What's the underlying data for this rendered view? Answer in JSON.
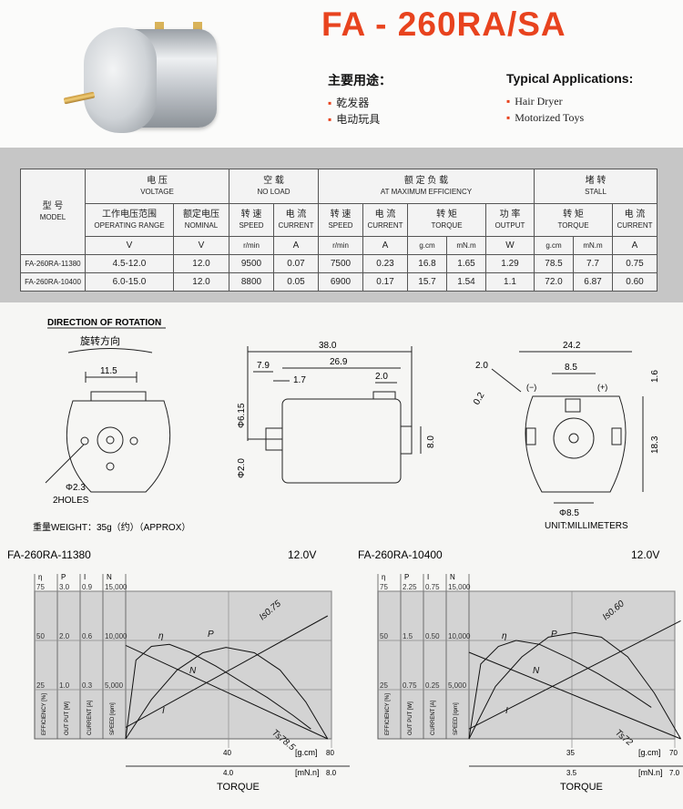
{
  "title": "FA - 260RA/SA",
  "applications": {
    "cn_heading": "主要用途：",
    "cn_items": [
      "乾发器",
      "电动玩具"
    ],
    "en_heading": "Typical Applications:",
    "en_items": [
      "Hair Dryer",
      "Motorized Toys"
    ]
  },
  "spec_table": {
    "model_cn": "型 号",
    "model_en": "MODEL",
    "voltage_cn": "电 压",
    "voltage_en": "VOLTAGE",
    "no_load_cn": "空 载",
    "no_load_en": "NO LOAD",
    "max_eff_cn": "额 定 负 载",
    "max_eff_en": "AT MAXIMUM EFFICIENCY",
    "stall_cn": "堵 转",
    "stall_en": "STALL",
    "operating_cn": "工作电压范围",
    "operating_en": "OPERATING RANGE",
    "nominal_cn": "额定电压",
    "nominal_en": "NOMINAL",
    "speed_cn": "转 速",
    "speed_en": "SPEED",
    "current_cn": "电 流",
    "current_en": "CURRENT",
    "torque_cn": "转 矩",
    "torque_en": "TORQUE",
    "output_cn": "功 率",
    "output_en": "OUTPUT",
    "units": [
      "V",
      "V",
      "r/min",
      "A",
      "r/min",
      "A",
      "g.cm",
      "mN.m",
      "W",
      "g.cm",
      "mN.m",
      "A"
    ],
    "rows": [
      [
        "FA-260RA-11380",
        "4.5-12.0",
        "12.0",
        "9500",
        "0.07",
        "7500",
        "0.23",
        "16.8",
        "1.65",
        "1.29",
        "78.5",
        "7.7",
        "0.75"
      ],
      [
        "FA-260RA-10400",
        "6.0-15.0",
        "12.0",
        "8800",
        "0.05",
        "6900",
        "0.17",
        "15.7",
        "1.54",
        "1.1",
        "72.0",
        "6.87",
        "0.60"
      ]
    ]
  },
  "drawing": {
    "rotation_en": "DIRECTION OF ROTATION",
    "rotation_cn": "旋转方向",
    "d_11_5": "11.5",
    "hole_dia": "Φ2.3",
    "holes": "2HOLES",
    "d_38": "38.0",
    "d_26_9": "26.9",
    "d_7_9": "7.9",
    "d_1_7": "1.7",
    "d_2_0a": "2.0",
    "d_6_15": "Φ6.15",
    "d_2_0b": "Φ2.0",
    "d_8_0": "8.0",
    "d_24_2": "24.2",
    "d_8_5": "8.5",
    "d_2_0c": "2.0",
    "d_0_2": "0.2",
    "d_1_6": "1.6",
    "d_18_3": "18.3",
    "d_8_5b": "Φ8.5",
    "minus": "(−)",
    "plus": "(+)",
    "weight": "重量WEIGHT：35g（约）（APPROX）",
    "unit": "UNIT:MILLIMETERS"
  },
  "chart_data": [
    {
      "type": "line",
      "title": "FA-260RA-11380",
      "voltage": "12.0V",
      "axis_heads": [
        "η",
        "P",
        "I",
        "N"
      ],
      "eff_ticks": [
        "75",
        "50",
        "25"
      ],
      "out_ticks": [
        "3.0",
        "2.0",
        "1.0"
      ],
      "cur_ticks": [
        "0.9",
        "0.6",
        "0.3"
      ],
      "spd_ticks": [
        "15,000",
        "10,000",
        "5,000"
      ],
      "col_labels": [
        "EFFICIENCY [%]",
        "OUT PUT [W]",
        "CURRENT [A]",
        "SPEED [rpm]"
      ],
      "x_gcm": {
        "ticks": [
          "40",
          "80"
        ],
        "unit": "[g.cm]"
      },
      "x_mnm": {
        "ticks": [
          "4.0",
          "8.0"
        ],
        "unit": "[mN.n]"
      },
      "xlabel": "TORQUE",
      "curve_labels": {
        "eta": "η",
        "P": "P",
        "N": "N",
        "I": "I",
        "Is": "Is0.75",
        "Ts": "Ts78.5"
      },
      "xlim": [
        0,
        80
      ],
      "series": [
        {
          "name": "N",
          "unit": "rpm",
          "x": [
            0,
            78.5
          ],
          "y": [
            9500,
            0
          ]
        },
        {
          "name": "I",
          "unit": "A",
          "x": [
            0,
            78.5
          ],
          "y": [
            0.07,
            0.75
          ]
        },
        {
          "name": "P",
          "unit": "W",
          "x": [
            0,
            10,
            20,
            30,
            39,
            50,
            60,
            70,
            78.5
          ],
          "y": [
            0,
            0.8,
            1.4,
            1.75,
            1.86,
            1.75,
            1.4,
            0.75,
            0
          ]
        },
        {
          "name": "η",
          "unit": "%",
          "x": [
            0,
            4,
            10,
            17,
            25,
            35,
            45,
            55,
            65,
            72
          ],
          "y": [
            0,
            40,
            47,
            48,
            44,
            37,
            29,
            21,
            12,
            5
          ]
        }
      ]
    },
    {
      "type": "line",
      "title": "FA-260RA-10400",
      "voltage": "12.0V",
      "axis_heads": [
        "η",
        "P",
        "I",
        "N"
      ],
      "eff_ticks": [
        "75",
        "50",
        "25"
      ],
      "out_ticks": [
        "2.25",
        "1.5",
        "0.75"
      ],
      "cur_ticks": [
        "0.75",
        "0.50",
        "0.25"
      ],
      "spd_ticks": [
        "15,000",
        "10,000",
        "5,000"
      ],
      "col_labels": [
        "EFFICIENCY [%]",
        "OUT PUT [W]",
        "CURRENT [A]",
        "SPEED [rpm]"
      ],
      "x_gcm": {
        "ticks": [
          "35",
          "70"
        ],
        "unit": "[g.cm]"
      },
      "x_mnm": {
        "ticks": [
          "3.5",
          "7.0"
        ],
        "unit": "[mN.n]"
      },
      "xlabel": "TORQUE",
      "curve_labels": {
        "eta": "η",
        "P": "P",
        "N": "N",
        "I": "I",
        "Is": "Is0.60",
        "Ts": "Ts72"
      },
      "xlim": [
        0,
        70
      ],
      "series": [
        {
          "name": "N",
          "unit": "rpm",
          "x": [
            0,
            72
          ],
          "y": [
            8800,
            0
          ]
        },
        {
          "name": "I",
          "unit": "A",
          "x": [
            0,
            72
          ],
          "y": [
            0.05,
            0.6
          ]
        },
        {
          "name": "P",
          "unit": "W",
          "x": [
            0,
            9,
            18,
            27,
            36,
            45,
            54,
            63,
            72
          ],
          "y": [
            0,
            0.8,
            1.25,
            1.55,
            1.62,
            1.55,
            1.25,
            0.7,
            0
          ]
        },
        {
          "name": "η",
          "unit": "%",
          "x": [
            0,
            4,
            10,
            16,
            24,
            34,
            44,
            54,
            62
          ],
          "y": [
            0,
            38,
            47,
            50,
            48,
            41,
            33,
            24,
            16
          ]
        }
      ]
    }
  ],
  "colors": {
    "title": "#e8431e",
    "band": "#c6c6c6",
    "grid_bg": "#d0d0d0"
  }
}
